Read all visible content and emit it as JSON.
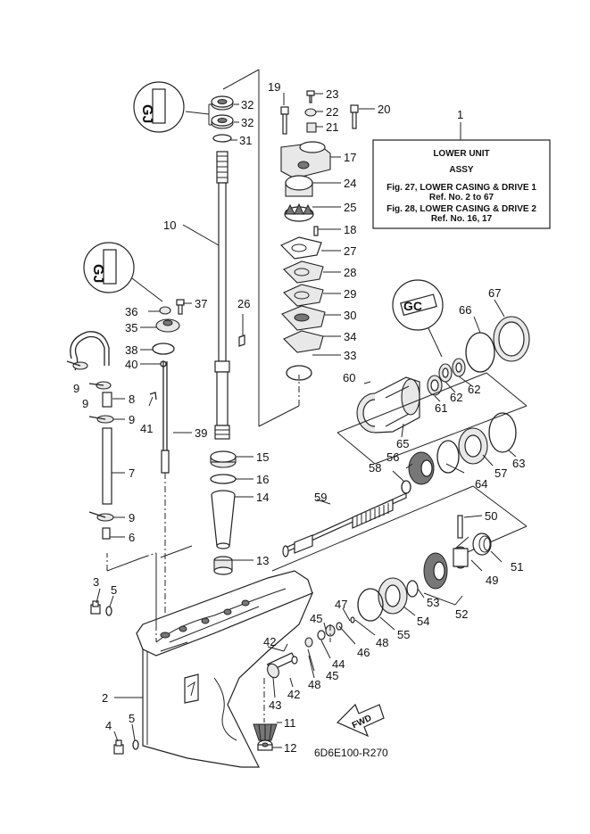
{
  "infobox": {
    "callout": "1",
    "title1": "LOWER UNIT",
    "title2": "ASSY",
    "ref1": "Fig. 27, LOWER CASING & DRIVE 1",
    "ref1b": "Ref. No. 2 to 67",
    "ref2": "Fig. 28, LOWER CASING & DRIVE 2",
    "ref2b": "Ref. No. 16, 17"
  },
  "drawing_code": "6D6E100-R270",
  "fwd_label": "FWD",
  "callouts": [
    "2",
    "3",
    "4",
    "5",
    "5",
    "6",
    "7",
    "8",
    "9",
    "9",
    "9",
    "9",
    "10",
    "11",
    "12",
    "13",
    "14",
    "15",
    "16",
    "17",
    "18",
    "19",
    "20",
    "21",
    "22",
    "23",
    "24",
    "25",
    "26",
    "27",
    "28",
    "29",
    "30",
    "31",
    "32",
    "32",
    "33",
    "34",
    "35",
    "36",
    "37",
    "38",
    "39",
    "40",
    "41",
    "42",
    "42",
    "43",
    "44",
    "45",
    "45",
    "46",
    "47",
    "48",
    "48",
    "49",
    "50",
    "51",
    "52",
    "53",
    "54",
    "55",
    "56",
    "57",
    "58",
    "59",
    "60",
    "61",
    "62",
    "62",
    "63",
    "64",
    "65",
    "66",
    "67"
  ]
}
